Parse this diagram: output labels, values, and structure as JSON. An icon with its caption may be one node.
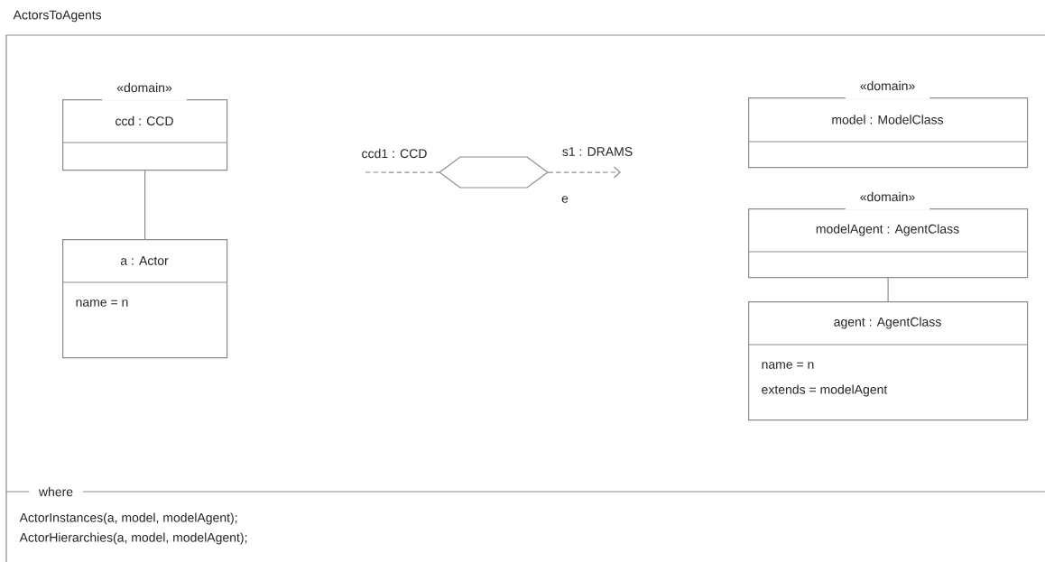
{
  "diagram": {
    "nodes": [
      {
        "text": [
          "ActorsToAgents"
        ]
      },
      {
        "text": [
          "«domain»",
          "ccd : CCD"
        ],
        "in": 0
      },
      {
        "text": [
          "a : Actor",
          "name = n"
        ],
        "in": 0
      },
      {
        "text": [],
        "shape": "hexagon",
        "in": 0
      },
      {
        "text": [
          "«domain»",
          "model : ModelClass"
        ],
        "in": 0
      },
      {
        "text": [
          "«domain»",
          "modelAgent : AgentClass"
        ],
        "in": 0
      },
      {
        "text": [
          "agent : AgentClass",
          "name = n",
          "extends = modelAgent"
        ],
        "in": 0
      }
    ],
    "edges": [
      {
        "from": 1,
        "to": 2,
        "arrow": "none"
      },
      {
        "from": null,
        "to": 3,
        "arrow": "none",
        "style": "dashed",
        "label": "ccd1 : CCD"
      },
      {
        "from": 3,
        "to": null,
        "arrow": "to",
        "style": "dashed",
        "label": "s1 : DRAMS"
      },
      {
        "from": 5,
        "to": 6,
        "arrow": "none"
      }
    ],
    "labels": [
      "e",
      "where",
      "ActorInstances(a, model, modelAgent);",
      "ActorHierarchies(a, model, modelAgent);"
    ]
  }
}
